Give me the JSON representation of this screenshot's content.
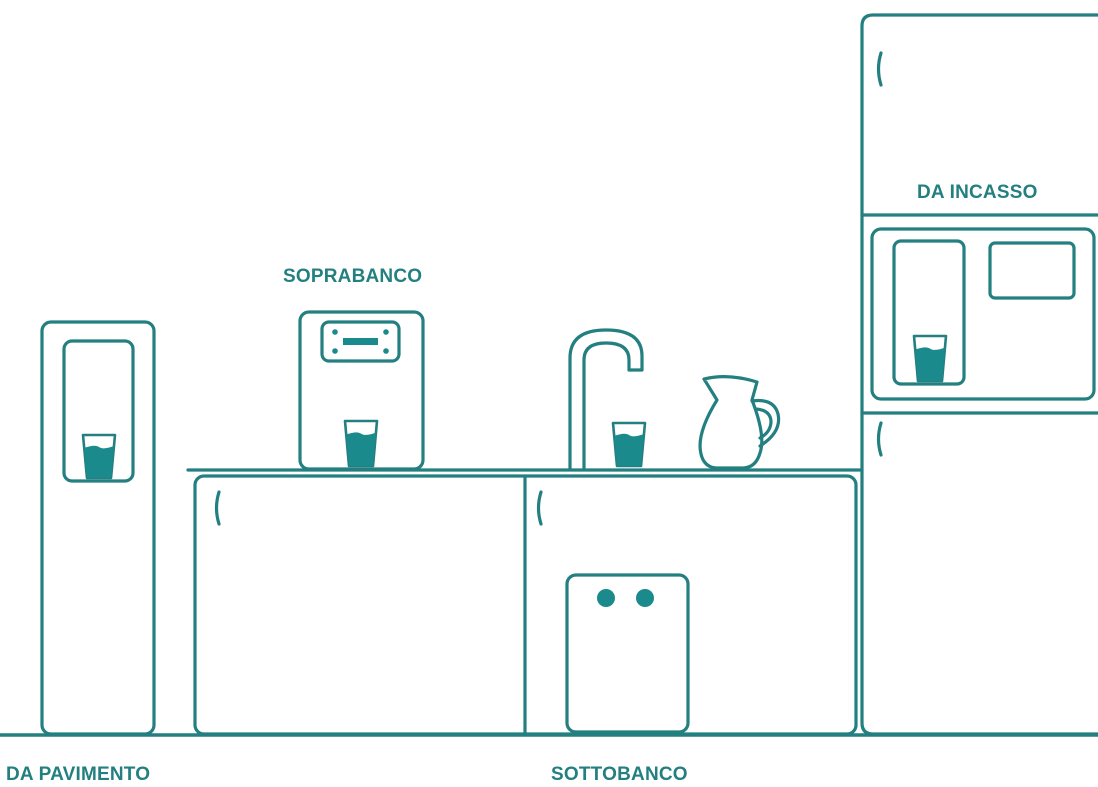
{
  "colors": {
    "line": "#237f80",
    "fill": "#1b8a8c",
    "background": "#ffffff"
  },
  "labels": {
    "da_pavimento": "DA PAVIMENTO",
    "soprabanco": "SOPRABANCO",
    "sottobanco": "SOTTOBANCO",
    "da_incasso": "DA INCASSO"
  },
  "icons": [
    "floor-dispenser-icon",
    "countertop-dispenser-icon",
    "faucet-icon",
    "glass-icon",
    "jug-icon",
    "undersink-unit-icon",
    "built-in-dispenser-icon"
  ]
}
